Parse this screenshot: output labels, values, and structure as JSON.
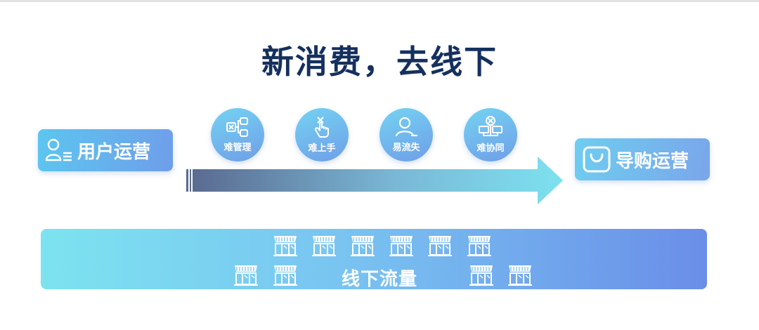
{
  "title": "新消费，去线下",
  "user_ops": {
    "label": "用户运营",
    "icon": "user-list-icon"
  },
  "guide_ops": {
    "label": "导购运营",
    "icon": "shopping-bag-icon"
  },
  "issues": [
    {
      "label": "难管理",
      "icon": "network-icon"
    },
    {
      "label": "难上手",
      "icon": "tap-hand-icon"
    },
    {
      "label": "易流失",
      "icon": "user-minus-icon"
    },
    {
      "label": "难协同",
      "icon": "devices-icon"
    }
  ],
  "offline_traffic": {
    "label": "线下流量",
    "icon": "storefront-icon"
  },
  "colors": {
    "title": "#15305e",
    "accent_cyan": "#7de3ef",
    "accent_blue": "#6a8ee8",
    "arrow_dark": "#5a6b90"
  }
}
